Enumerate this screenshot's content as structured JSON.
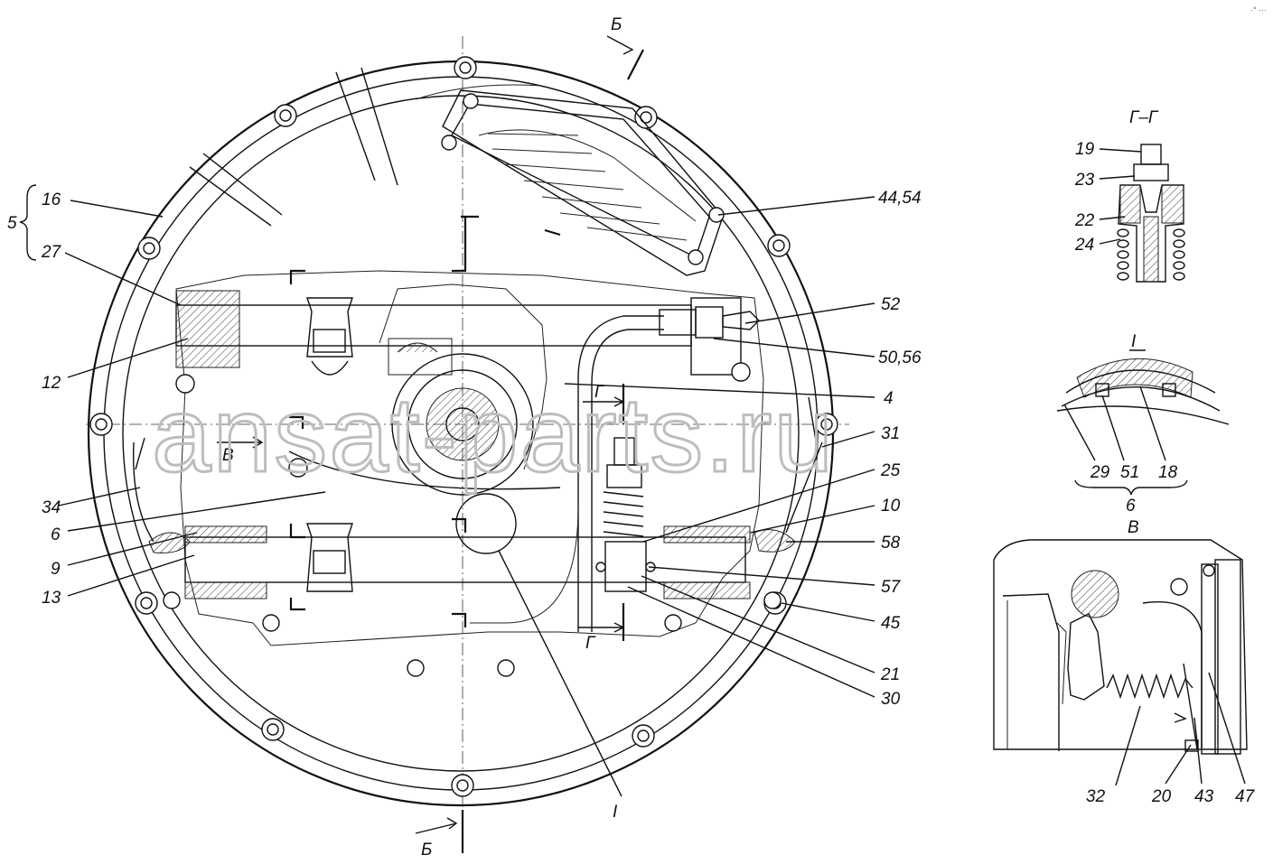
{
  "corner_mark": "·° ···",
  "watermark": "ansat-parts.ru",
  "section_labels": {
    "b_top": "Б",
    "b_bottom": "Б",
    "g_left": "Г",
    "g_right": "Г",
    "v_arrow": "В",
    "gg_title": "Г–Г",
    "detail_I_title": "I",
    "detail_I_leader": "I",
    "view_v_title": "В",
    "group_6": "6",
    "group_5": "5"
  },
  "callouts": {
    "c16": "16",
    "c27": "27",
    "c12": "12",
    "c34": "34",
    "c6": "6",
    "c9": "9",
    "c13": "13",
    "c44_54": "44,54",
    "c52": "52",
    "c50_56": "50,56",
    "c4": "4",
    "c31": "31",
    "c25": "25",
    "c10": "10",
    "c58": "58",
    "c57": "57",
    "c45": "45",
    "c21": "21",
    "c30": "30",
    "c19": "19",
    "c23": "23",
    "c22": "22",
    "c24": "24",
    "c29": "29",
    "c51": "51",
    "c18": "18",
    "c32": "32",
    "c20": "20",
    "c43": "43",
    "c47": "47"
  }
}
